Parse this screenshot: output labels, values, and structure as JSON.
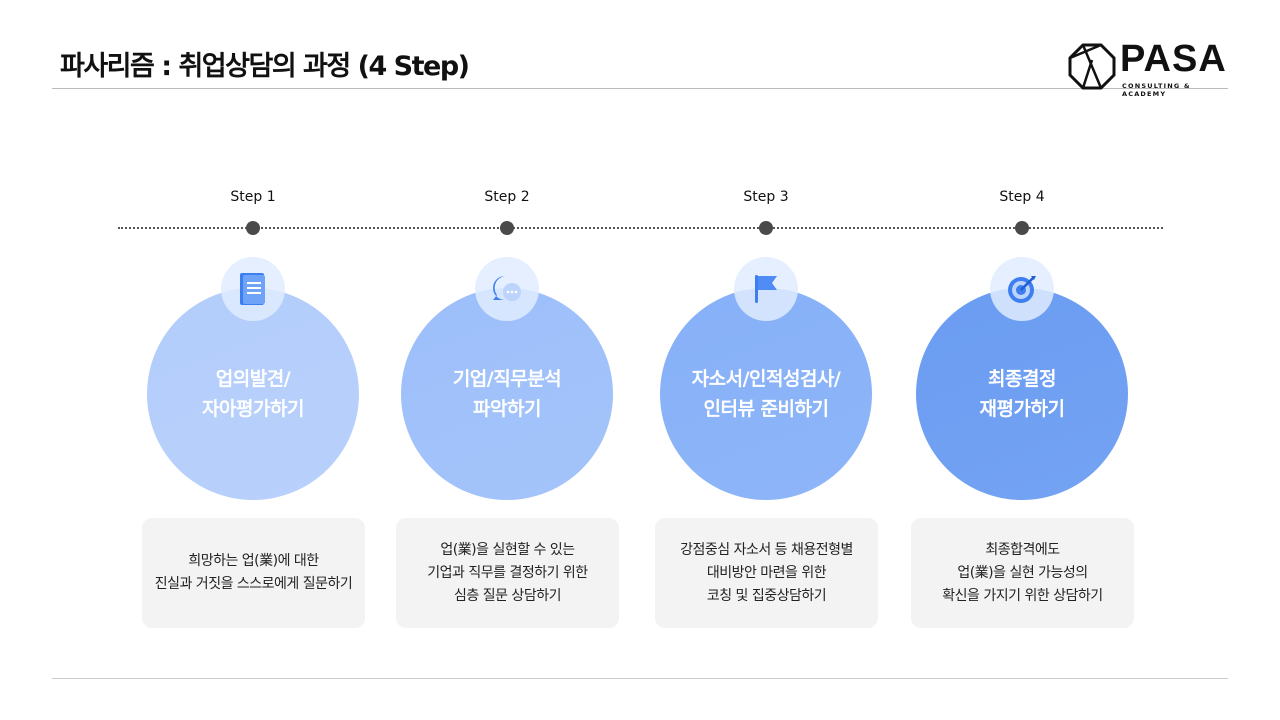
{
  "header": {
    "title": "파사리즘 : 취업상담의 과정 (4 Step)"
  },
  "logo": {
    "word": "PASA",
    "tagline": "CONSULTING & ACADEMY"
  },
  "steps": [
    {
      "label": "Step 1",
      "title": [
        "업의발견/",
        "자아평가하기"
      ],
      "icon": "document-icon",
      "color": "#b3cdfb",
      "desc": [
        "희망하는 업(業)에 대한",
        "진실과 거짓을 스스로에게 질문하기"
      ]
    },
    {
      "label": "Step 2",
      "title": [
        "기업/직무분석",
        "파악하기"
      ],
      "icon": "chat-bubble-icon",
      "color": "#9dbffa",
      "desc": [
        "업(業)을 실현할 수 있는",
        "기업과 직무를 결정하기 위한",
        "심층 질문 상담하기"
      ]
    },
    {
      "label": "Step 3",
      "title": [
        "자소서/인적성검사/",
        "인터뷰 준비하기"
      ],
      "icon": "flag-icon",
      "color": "#86b0f8",
      "desc": [
        "강점중심 자소서 등 채용전형별",
        "대비방안 마련을 위한",
        "코칭 및 집중상담하기"
      ]
    },
    {
      "label": "Step 4",
      "title": [
        "최종결정",
        "재평가하기"
      ],
      "icon": "target-icon",
      "color": "#6a9cf2",
      "desc": [
        "최종합격에도",
        "업(業)을 실현 가능성의",
        "확신을 가지기 위한 상담하기"
      ]
    }
  ]
}
